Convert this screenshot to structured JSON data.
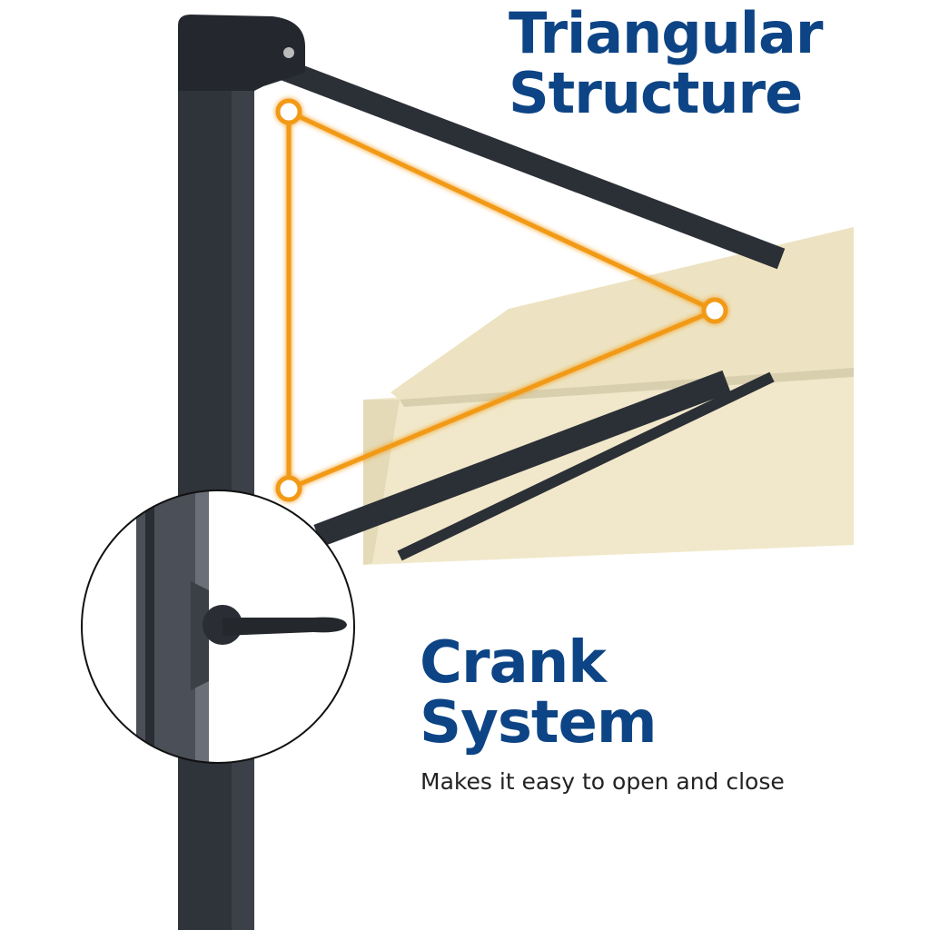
{
  "headline_top": {
    "line1": "Triangular",
    "line2": "Structure"
  },
  "headline_bottom": {
    "line1": "Crank",
    "line2": "System"
  },
  "subtitle": "Makes it easy to open and close",
  "colors": {
    "heading": "#0d4485",
    "highlight": "#f29a14",
    "frame": "#2b2f36",
    "canopy": "#efe6c8"
  }
}
